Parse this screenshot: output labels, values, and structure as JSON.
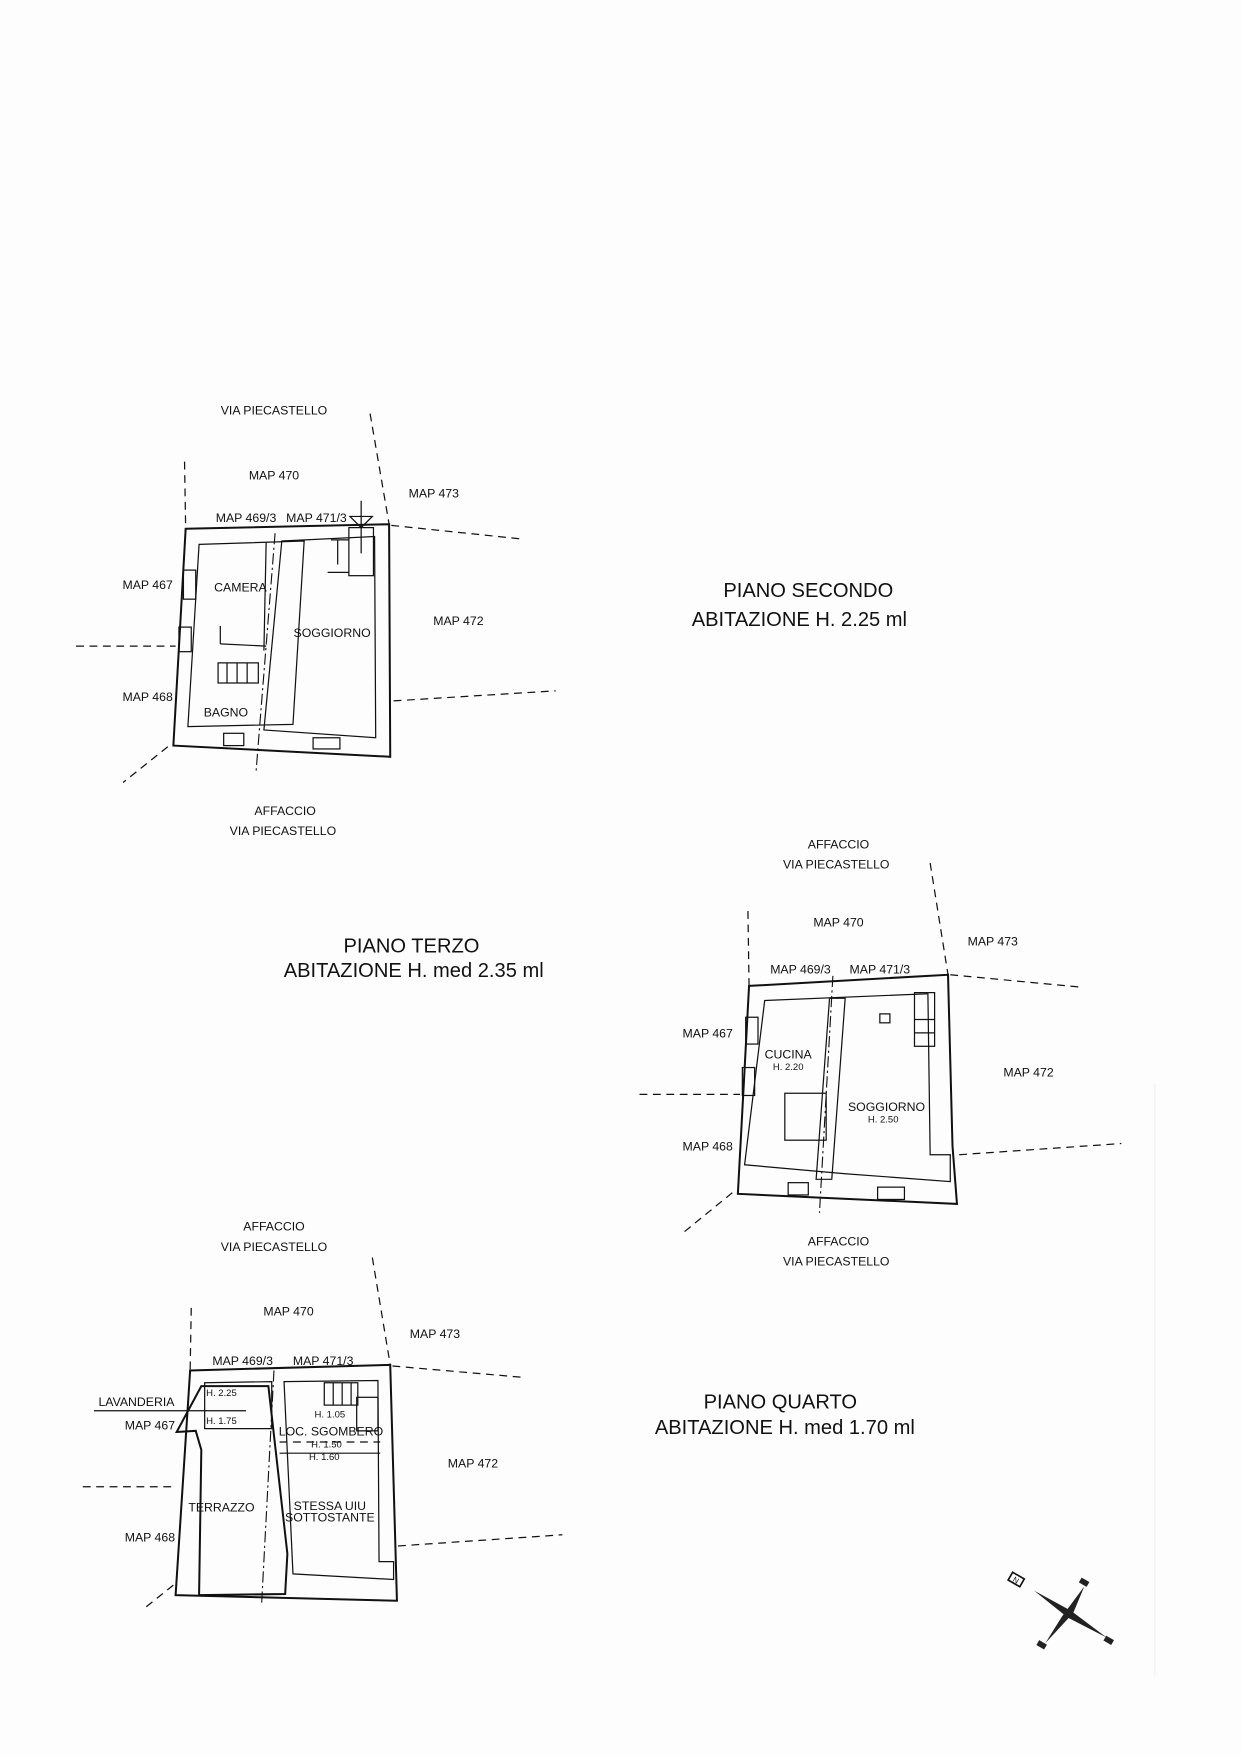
{
  "plans": {
    "terzo": {
      "title": "PIANO TERZO",
      "subtitle": "ABITAZIONE H. med 2.35 ml",
      "street_top": "VIA PIECASTELLO",
      "map_470": "MAP 470",
      "map_469": "MAP 469/3",
      "map_471": "MAP 471/3",
      "map_473": "MAP 473",
      "map_467": "MAP 467",
      "map_472": "MAP 472",
      "map_468": "MAP 468",
      "rooms": [
        "CAMERA",
        "SOGGIORNO",
        "BAGNO"
      ],
      "bottom_1": "AFFACCIO",
      "bottom_2": "VIA PIECASTELLO"
    },
    "secondo": {
      "title": "PIANO SECONDO",
      "subtitle": "ABITAZIONE H. 2.25 ml",
      "top_1": "AFFACCIO",
      "top_2": "VIA PIECASTELLO",
      "map_470": "MAP 470",
      "map_469": "MAP 469/3",
      "map_471": "MAP 471/3",
      "map_473": "MAP 473",
      "map_467": "MAP 467",
      "map_472": "MAP 472",
      "map_468": "MAP 468",
      "cucina": "CUCINA",
      "cucina_h": "H. 2.20",
      "soggiorno": "SOGGIORNO",
      "soggiorno_h": "H. 2.50",
      "bottom_1": "AFFACCIO",
      "bottom_2": "VIA PIECASTELLO"
    },
    "quarto": {
      "title": "PIANO QUARTO",
      "subtitle": "ABITAZIONE H. med 1.70  ml",
      "top_1": "AFFACCIO",
      "top_2": "VIA PIECASTELLO",
      "map_470": "MAP 470",
      "map_469": "MAP 469/3",
      "map_471": "MAP 471/3",
      "map_473": "MAP 473",
      "map_467": "MAP 467",
      "map_472": "MAP 472",
      "map_468": "MAP 468",
      "lavanderia": "LAVANDERIA",
      "h225": "H. 2.25",
      "h175": "H. 1.75",
      "h105": "H. 1.05",
      "sgombero": "LOC. SGOMBERO",
      "h150": "H. 1.50",
      "h160": "H. 1.60",
      "terrazzo": "TERRAZZO",
      "stessa_1": "STESSA UIU",
      "stessa_2": "SOTTOSTANTE"
    }
  },
  "compass": {
    "north": "N"
  }
}
